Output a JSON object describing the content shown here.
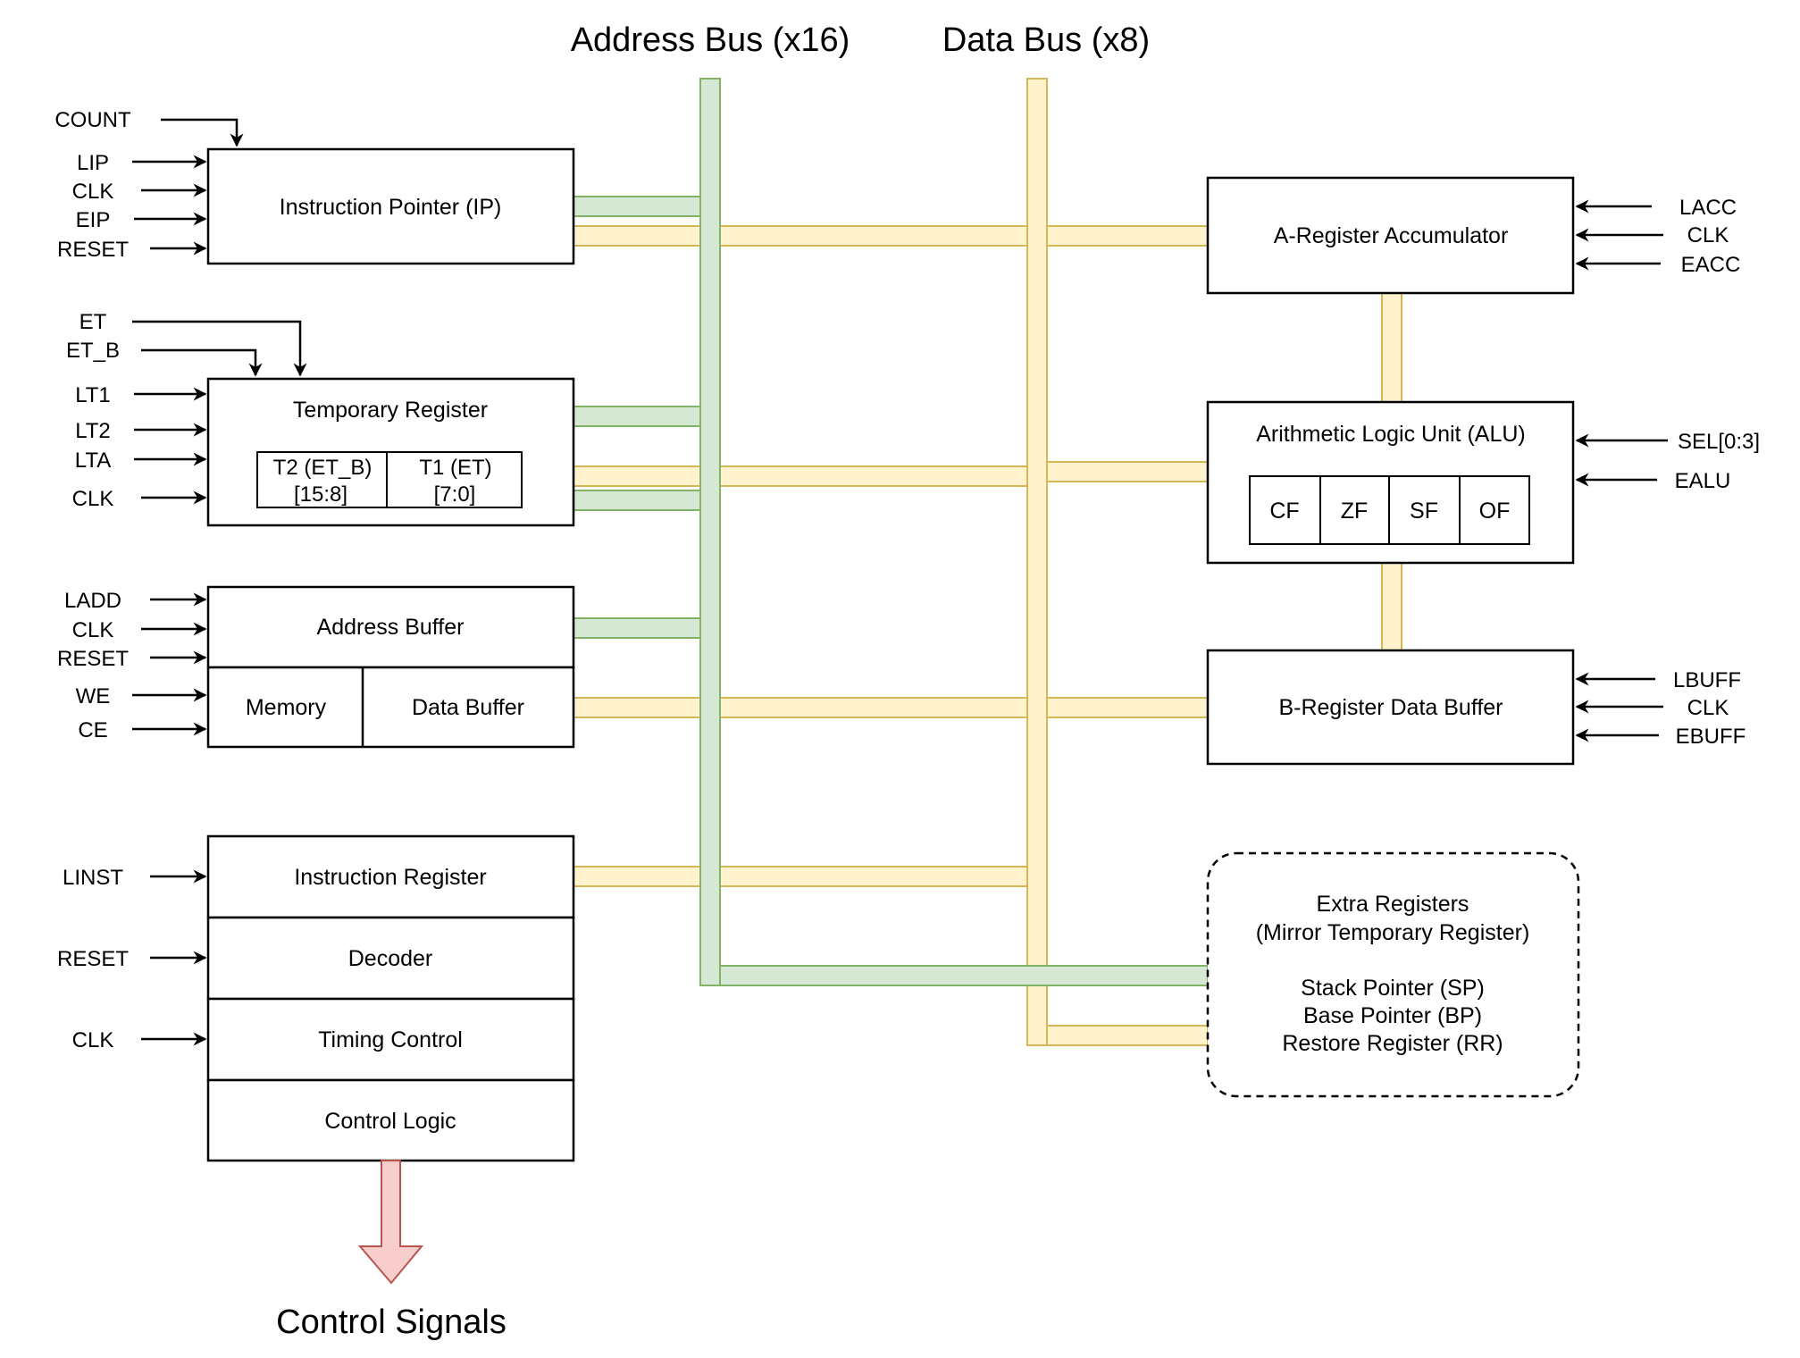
{
  "buses": {
    "address": "Address Bus (x16)",
    "data": "Data Bus (x8)"
  },
  "left": {
    "ip": {
      "title": "Instruction Pointer (IP)",
      "signals": [
        "COUNT",
        "LIP",
        "CLK",
        "EIP",
        "RESET"
      ]
    },
    "temp": {
      "title": "Temporary Register",
      "t2": [
        "T2 (ET_B)",
        "[15:8]"
      ],
      "t1": [
        "T1 (ET)",
        "[7:0]"
      ],
      "signals": [
        "ET",
        "ET_B",
        "LT1",
        "LT2",
        "LTA",
        "CLK"
      ]
    },
    "addrbuf": {
      "title": "Address Buffer",
      "memory": "Memory",
      "databuf": "Data Buffer",
      "signals": [
        "LADD",
        "CLK",
        "RESET",
        "WE",
        "CE"
      ]
    },
    "control": {
      "ir": "Instruction Register",
      "decoder": "Decoder",
      "timing": "Timing Control",
      "logic": "Control Logic",
      "signals": [
        "LINST",
        "RESET",
        "CLK"
      ],
      "output": "Control Signals"
    }
  },
  "right": {
    "acc": {
      "title": "A-Register Accumulator",
      "signals": [
        "LACC",
        "CLK",
        "EACC"
      ]
    },
    "alu": {
      "title": "Arithmetic Logic Unit (ALU)",
      "flags": [
        "CF",
        "ZF",
        "SF",
        "OF"
      ],
      "signals": [
        "SEL[0:3]",
        "EALU"
      ]
    },
    "breg": {
      "title": "B-Register Data Buffer",
      "signals": [
        "LBUFF",
        "CLK",
        "EBUFF"
      ]
    },
    "extra": {
      "lines": [
        "Extra Registers",
        "(Mirror Temporary Register)",
        "Stack Pointer (SP)",
        "Base Pointer (BP)",
        "Restore Register (RR)"
      ]
    }
  },
  "colors": {
    "address_bus_fill": "#d5e8d4",
    "address_bus_stroke": "#82b366",
    "data_bus_fill": "#fff2cc",
    "data_bus_stroke": "#d6b656",
    "control_arrow_fill": "#f8cecc",
    "control_arrow_stroke": "#b85450"
  }
}
